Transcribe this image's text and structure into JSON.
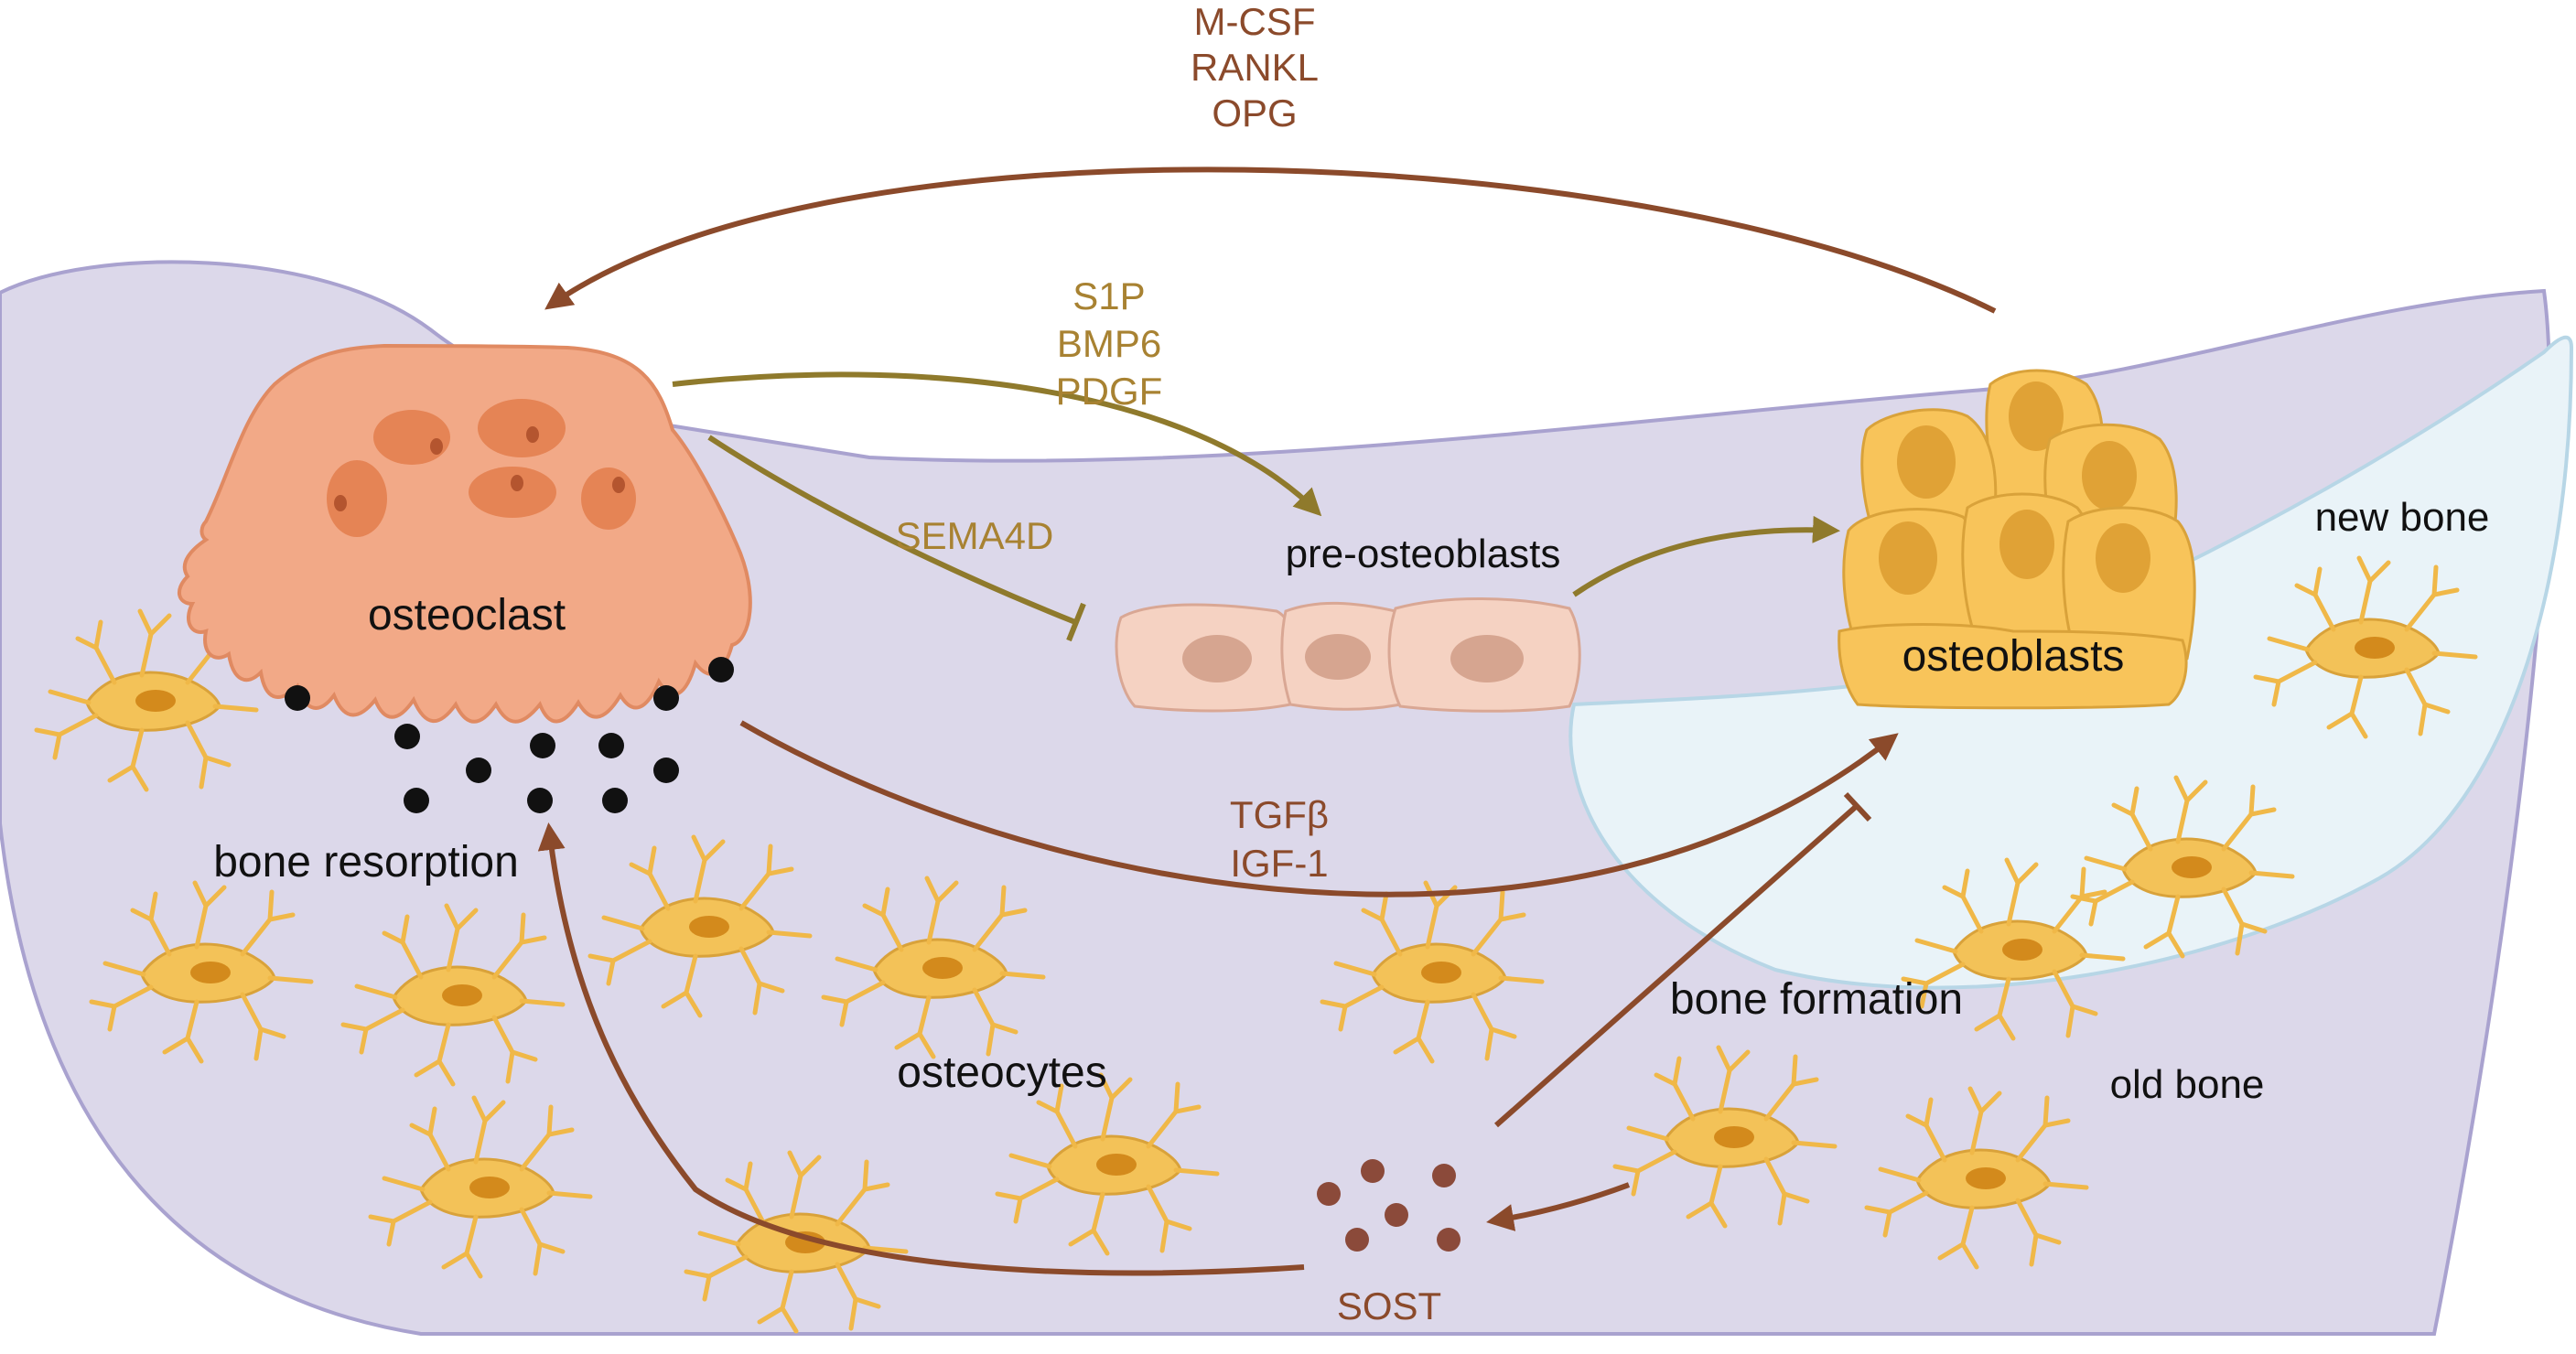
{
  "labels": {
    "top_signals": [
      "M-CSF",
      "RANKL",
      "OPG"
    ],
    "mid_signals": [
      "S1P",
      "BMP6",
      "PDGF"
    ],
    "sema": "SEMA4D",
    "pre_osteoblasts": "pre-osteoblasts",
    "osteoclast": "osteoclast",
    "osteoblasts": "osteoblasts",
    "new_bone": "new bone",
    "old_bone": "old bone",
    "bone_resorption": "bone resorption",
    "tgf": [
      "TGFβ",
      "IGF-1"
    ],
    "bone_formation": "bone formation",
    "osteocytes": "osteocytes",
    "sost": "SOST"
  },
  "colors": {
    "old_bone": "#dcd8ea",
    "old_bone_edge": "#a9a2cf",
    "new_bone": "#e9f3f8",
    "new_bone_edge": "#b7d6e6",
    "osteoclast": "#f2a987",
    "osteoclast_nucleus": "#e58455",
    "osteoblast": "#f8c45a",
    "osteoblast_nucleus": "#e0a236",
    "pre_osteoblast": "#f5d2c2",
    "osteocyte": "#f3c258",
    "brown_arrow": "#8b4a2b",
    "olive_arrow": "#8f7a2c",
    "resorption_dots": "#111111",
    "sost_dots": "#8b4a3a"
  }
}
